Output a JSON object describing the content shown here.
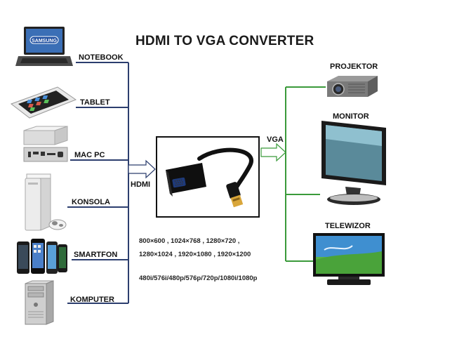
{
  "title": "HDMI TO VGA CONVERTER",
  "sources": [
    {
      "label": "NOTEBOOK",
      "icon": "laptop-icon"
    },
    {
      "label": "TABLET",
      "icon": "tablet-icon"
    },
    {
      "label": "MAC PC",
      "icon": "mac-mini-icon"
    },
    {
      "label": "KONSOLA",
      "icon": "game-console-icon"
    },
    {
      "label": "SMARTFON",
      "icon": "smartphone-icon"
    },
    {
      "label": "KOMPUTER",
      "icon": "desktop-tower-icon"
    }
  ],
  "input_label": "HDMI",
  "output_label": "VGA",
  "outputs": [
    {
      "label": "PROJEKTOR",
      "icon": "projector-icon"
    },
    {
      "label": "MONITOR",
      "icon": "monitor-icon"
    },
    {
      "label": "TELEWIZOR",
      "icon": "television-icon"
    }
  ],
  "resolutions": {
    "line1": "800×600 , 1024×768 , 1280×720 ,",
    "line2": "1280×1024 , 1920×1080 , 1920×1200",
    "line3": "480i/576i/480p/576p/720p/1080i/1080p"
  },
  "colors": {
    "input_lines": "#2c3e6e",
    "output_lines": "#3a9a3a",
    "brand_logo": "Samsung"
  },
  "brand_text": "SAMSUNG"
}
